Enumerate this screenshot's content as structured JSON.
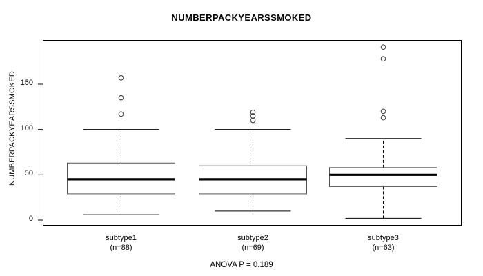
{
  "title": "NUMBERPACKYEARSSMOKED",
  "y_axis_title": "NUMBERPACKYEARSSMOKED",
  "footnote": "ANOVA P = 0.189",
  "axis": {
    "y_ticks": [
      "0",
      "50",
      "100",
      "150"
    ],
    "x_labels": [
      "subtype1",
      "subtype2",
      "subtype3"
    ],
    "x_counts": [
      "(n=88)",
      "(n=69)",
      "(n=63)"
    ]
  },
  "colors": {
    "frame": "#000000",
    "box_stroke": "#555555",
    "median": "#000000",
    "whisker": "#000000",
    "outlier": "#333333",
    "background": "#ffffff"
  },
  "chart_data": {
    "type": "box",
    "title": "NUMBERPACKYEARSSMOKED",
    "xlabel": "",
    "ylabel": "NUMBERPACKYEARSSMOKED",
    "ylim": [
      -5,
      200
    ],
    "yticks": [
      0,
      50,
      100,
      150
    ],
    "grid": false,
    "legend": "none",
    "annotations": [
      "ANOVA P = 0.189"
    ],
    "categories": [
      "subtype1",
      "subtype2",
      "subtype3"
    ],
    "group_sizes": [
      88,
      69,
      63
    ],
    "boxes": [
      {
        "name": "subtype1",
        "n": 88,
        "whisker_low": 6,
        "q1": 29,
        "median": 45,
        "q3": 63,
        "whisker_high": 100,
        "outliers": [
          157,
          135,
          117
        ]
      },
      {
        "name": "subtype2",
        "n": 69,
        "whisker_low": 10,
        "q1": 29,
        "median": 45,
        "q3": 60,
        "whisker_high": 100,
        "outliers": [
          119,
          115,
          110
        ]
      },
      {
        "name": "subtype3",
        "n": 63,
        "whisker_low": 2,
        "q1": 37,
        "median": 50,
        "q3": 58,
        "whisker_high": 90,
        "outliers": [
          191,
          178,
          120,
          113
        ]
      }
    ]
  }
}
